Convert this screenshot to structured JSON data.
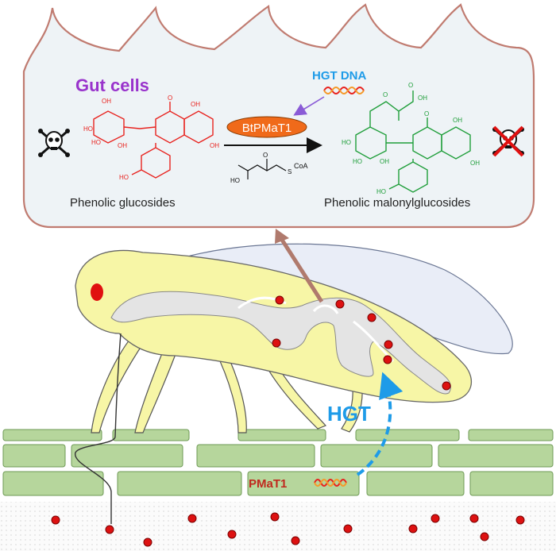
{
  "labels": {
    "gut_cells": "Gut cells",
    "hgt_dna": "HGT DNA",
    "enzyme": "BtPMaT1",
    "cofactor": "S",
    "cofactor_tail": "CoA",
    "oh": "OH",
    "ho": "HO",
    "ketone": "O",
    "substrate_caption": "Phenolic glucosides",
    "product_caption": "Phenolic malonylglucosides",
    "hgt": "HGT",
    "plant_gene": "PMaT1"
  },
  "colors": {
    "gut_title": "#9933cc",
    "hgt_blue": "#1e9be8",
    "enzyme_fill": "#f06a1a",
    "substrate": "#e8231f",
    "product": "#1f9e3a",
    "insect_body": "#f7f6a6",
    "gut_tube": "#e4e4e4",
    "cell_wall": "#b6d69c",
    "plant_gene_text": "#c0281e",
    "toxin_dot": "#dd1111",
    "panel_fill": "#eef3f6",
    "panel_border": "#c07b70"
  },
  "icons": {
    "toxic": "skull-crossbones-icon",
    "detoxified": "crossed-skull-icon",
    "dna": "dna-helix-icon"
  }
}
